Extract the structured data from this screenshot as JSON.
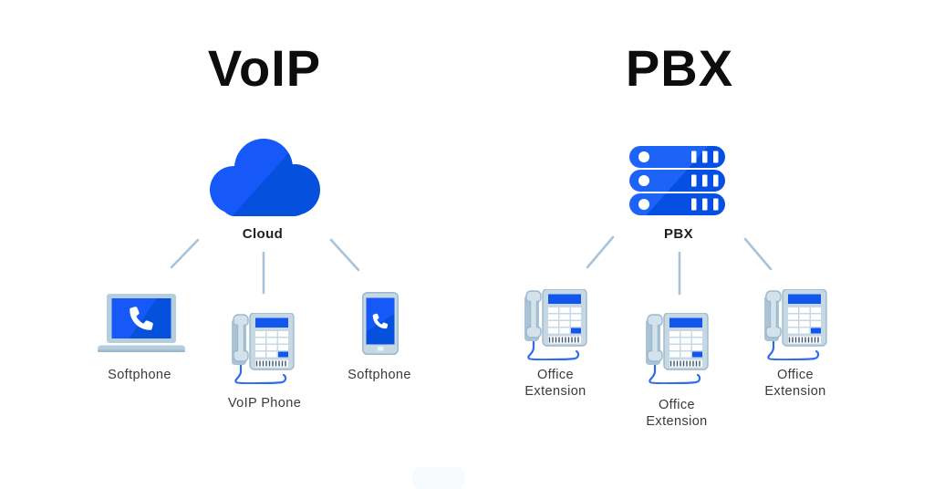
{
  "voip": {
    "title": "VoIP",
    "hub": {
      "label": "Cloud",
      "icon": "cloud-icon"
    },
    "devices": [
      {
        "label": "Softphone",
        "icon": "laptop-icon"
      },
      {
        "label": "VoIP Phone",
        "icon": "desk-phone-icon"
      },
      {
        "label": "Softphone",
        "icon": "smartphone-icon"
      }
    ]
  },
  "pbx": {
    "title": "PBX",
    "hub": {
      "label": "PBX",
      "icon": "server-icon"
    },
    "devices": [
      {
        "label": "Office Extension",
        "icon": "desk-phone-icon"
      },
      {
        "label": "Office Extension",
        "icon": "desk-phone-icon"
      },
      {
        "label": "Office Extension",
        "icon": "desk-phone-icon"
      }
    ]
  },
  "colors": {
    "primary_blue": "#1659F8",
    "primary_blue_dark": "#0550DC",
    "device_body": "#C6D8E4",
    "device_outline": "#9CB8CC",
    "laptop_frame": "#B5CDDD",
    "connector_line": "#A7C4DB",
    "cord_blue": "#2E6BF0",
    "grille_dark": "#3D556B",
    "label_text": "#3A3A3A",
    "title_text": "#0D0D0D",
    "background": "#FFFFFF"
  }
}
